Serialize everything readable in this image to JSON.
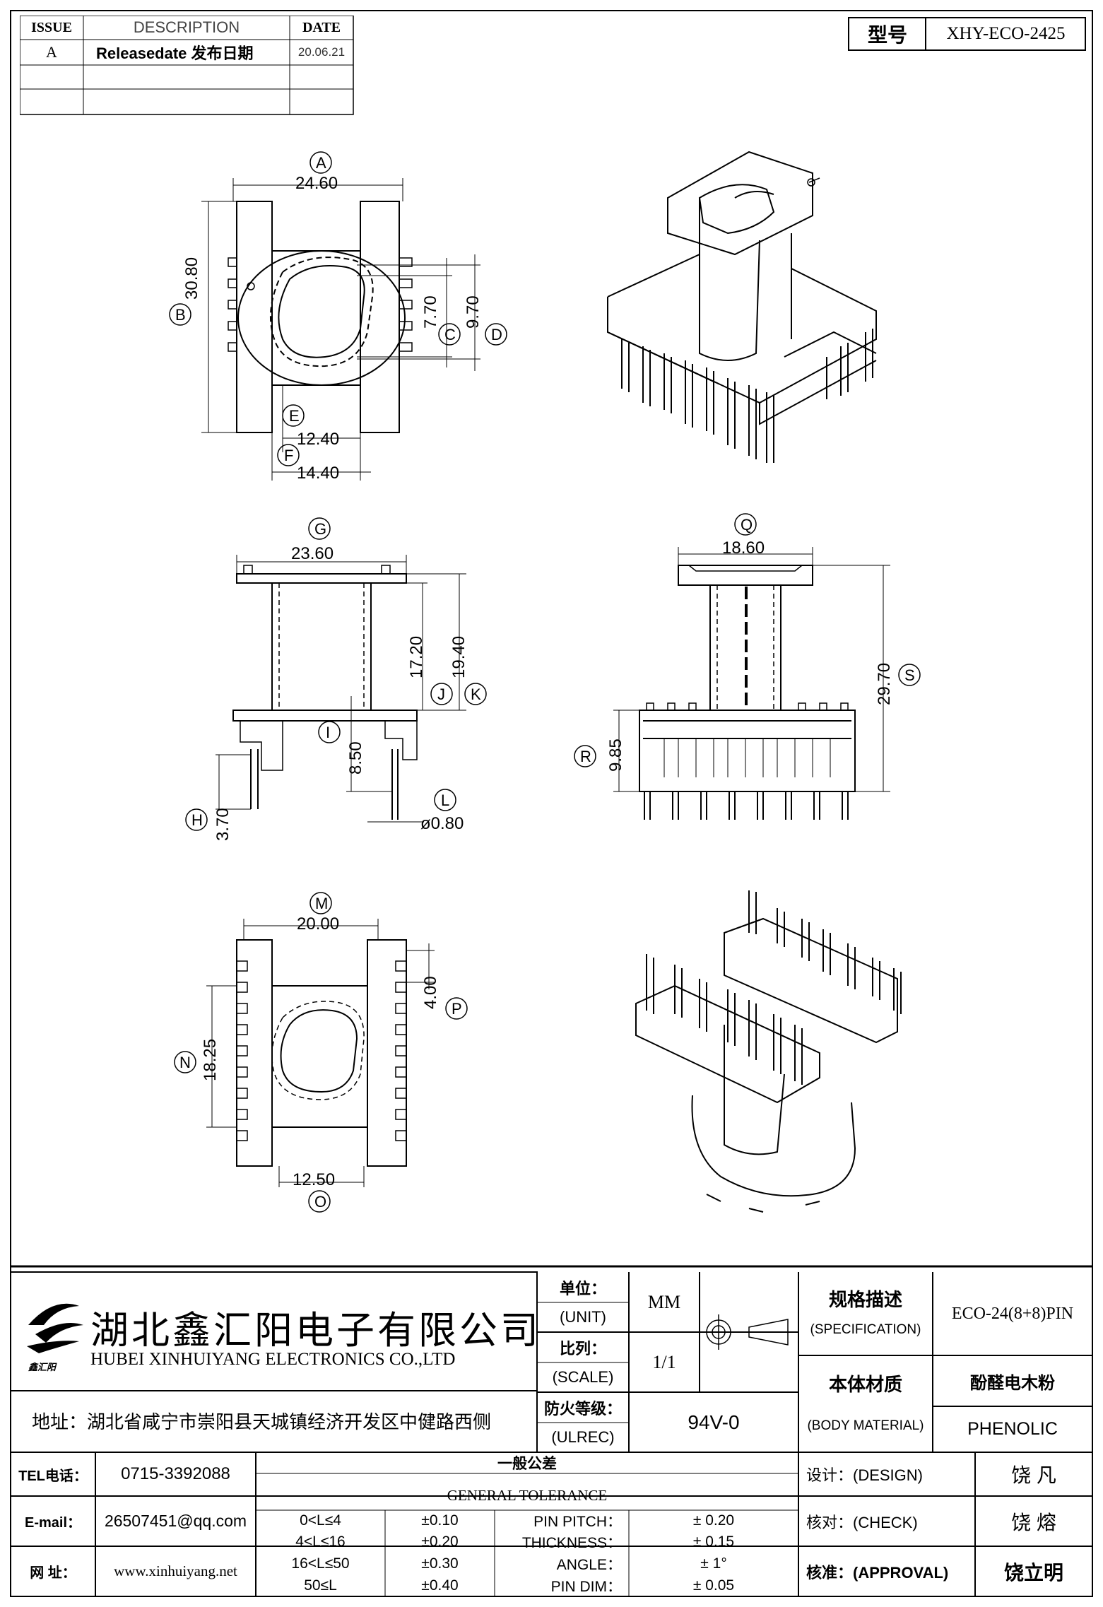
{
  "revision": {
    "headers": [
      "ISSUE",
      "DESCRIPTION",
      "DATE"
    ],
    "rows": [
      {
        "issue": "A",
        "description": "Releasedate 发布日期",
        "date": "20.06.21"
      },
      {
        "issue": "",
        "description": "",
        "date": ""
      },
      {
        "issue": "",
        "description": "",
        "date": ""
      }
    ]
  },
  "model": {
    "label": "型号",
    "value": "XHY-ECO-2425"
  },
  "dims": {
    "A": "24.60",
    "B": "30.80",
    "C": "7.70",
    "D": "9.70",
    "E": "12.40",
    "F": "14.40",
    "G": "23.60",
    "H": "3.70",
    "I": "8.50",
    "J": "17.20",
    "K": "19.40",
    "L": "ø0.80",
    "M": "20.00",
    "N": "18.25",
    "O": "12.50",
    "P": "4.00",
    "Q": "18.60",
    "R": "9.85",
    "S": "29.70"
  },
  "company": {
    "name_cn": "湖北鑫汇阳电子有限公司",
    "name_en": "HUBEI XINHUIYANG ELECTRONICS CO.,LTD",
    "address": "地址：湖北省咸宁市崇阳县天城镇经济开发区中健路西侧",
    "logo_text": "鑫汇阳"
  },
  "specs": {
    "unit_cn": "单位：",
    "unit_en": "(UNIT)",
    "unit_value": "MM",
    "scale_cn": "比列：",
    "scale_en": "(SCALE)",
    "scale_value": "1/1",
    "ul_cn": "防火等级：",
    "ul_en": "(ULREC)",
    "ul_value": "94V-0",
    "spec_cn": "规格描述",
    "spec_en": "(SPECIFICATION)",
    "spec_value": "ECO-24(8+8)PIN",
    "material_cn": "本体材质",
    "material_en": "(BODY MATERIAL)",
    "material_value_cn": "酚醛电木粉",
    "material_value_en": "PHENOLIC"
  },
  "contact": {
    "tel_label": "TEL电话：",
    "tel": "0715-3392088",
    "email_label": "E-mail：",
    "email": "26507451@qq.com",
    "web_label": "网  址：",
    "web": "www.xinhuiyang.net"
  },
  "tolerance": {
    "title_cn": "一般公差",
    "title_en": "GENERAL TOLERANCE",
    "ranges": [
      {
        "range": "0<L≤4",
        "tol": "±0.10"
      },
      {
        "range": "4<L≤16",
        "tol": "±0.20"
      },
      {
        "range": "16<L≤50",
        "tol": "±0.30"
      },
      {
        "range": "50≤L",
        "tol": "±0.40"
      }
    ],
    "items": [
      {
        "label": "PIN PITCH：",
        "value": "±  0.20"
      },
      {
        "label": "THICKNESS：",
        "value": "±  0.15"
      },
      {
        "label": "ANGLE：",
        "value": "±  1°"
      },
      {
        "label": "PIN DIM：",
        "value": "±  0.05"
      }
    ]
  },
  "approval": {
    "design_label": "设计：(DESIGN)",
    "design_name": "饶  凡",
    "check_label": "核对：(CHECK)",
    "check_name": "饶  熔",
    "approval_label": "核准：(APPROVAL)",
    "approval_name": "饶立明"
  },
  "colors": {
    "line": "#000000",
    "background": "#ffffff"
  }
}
